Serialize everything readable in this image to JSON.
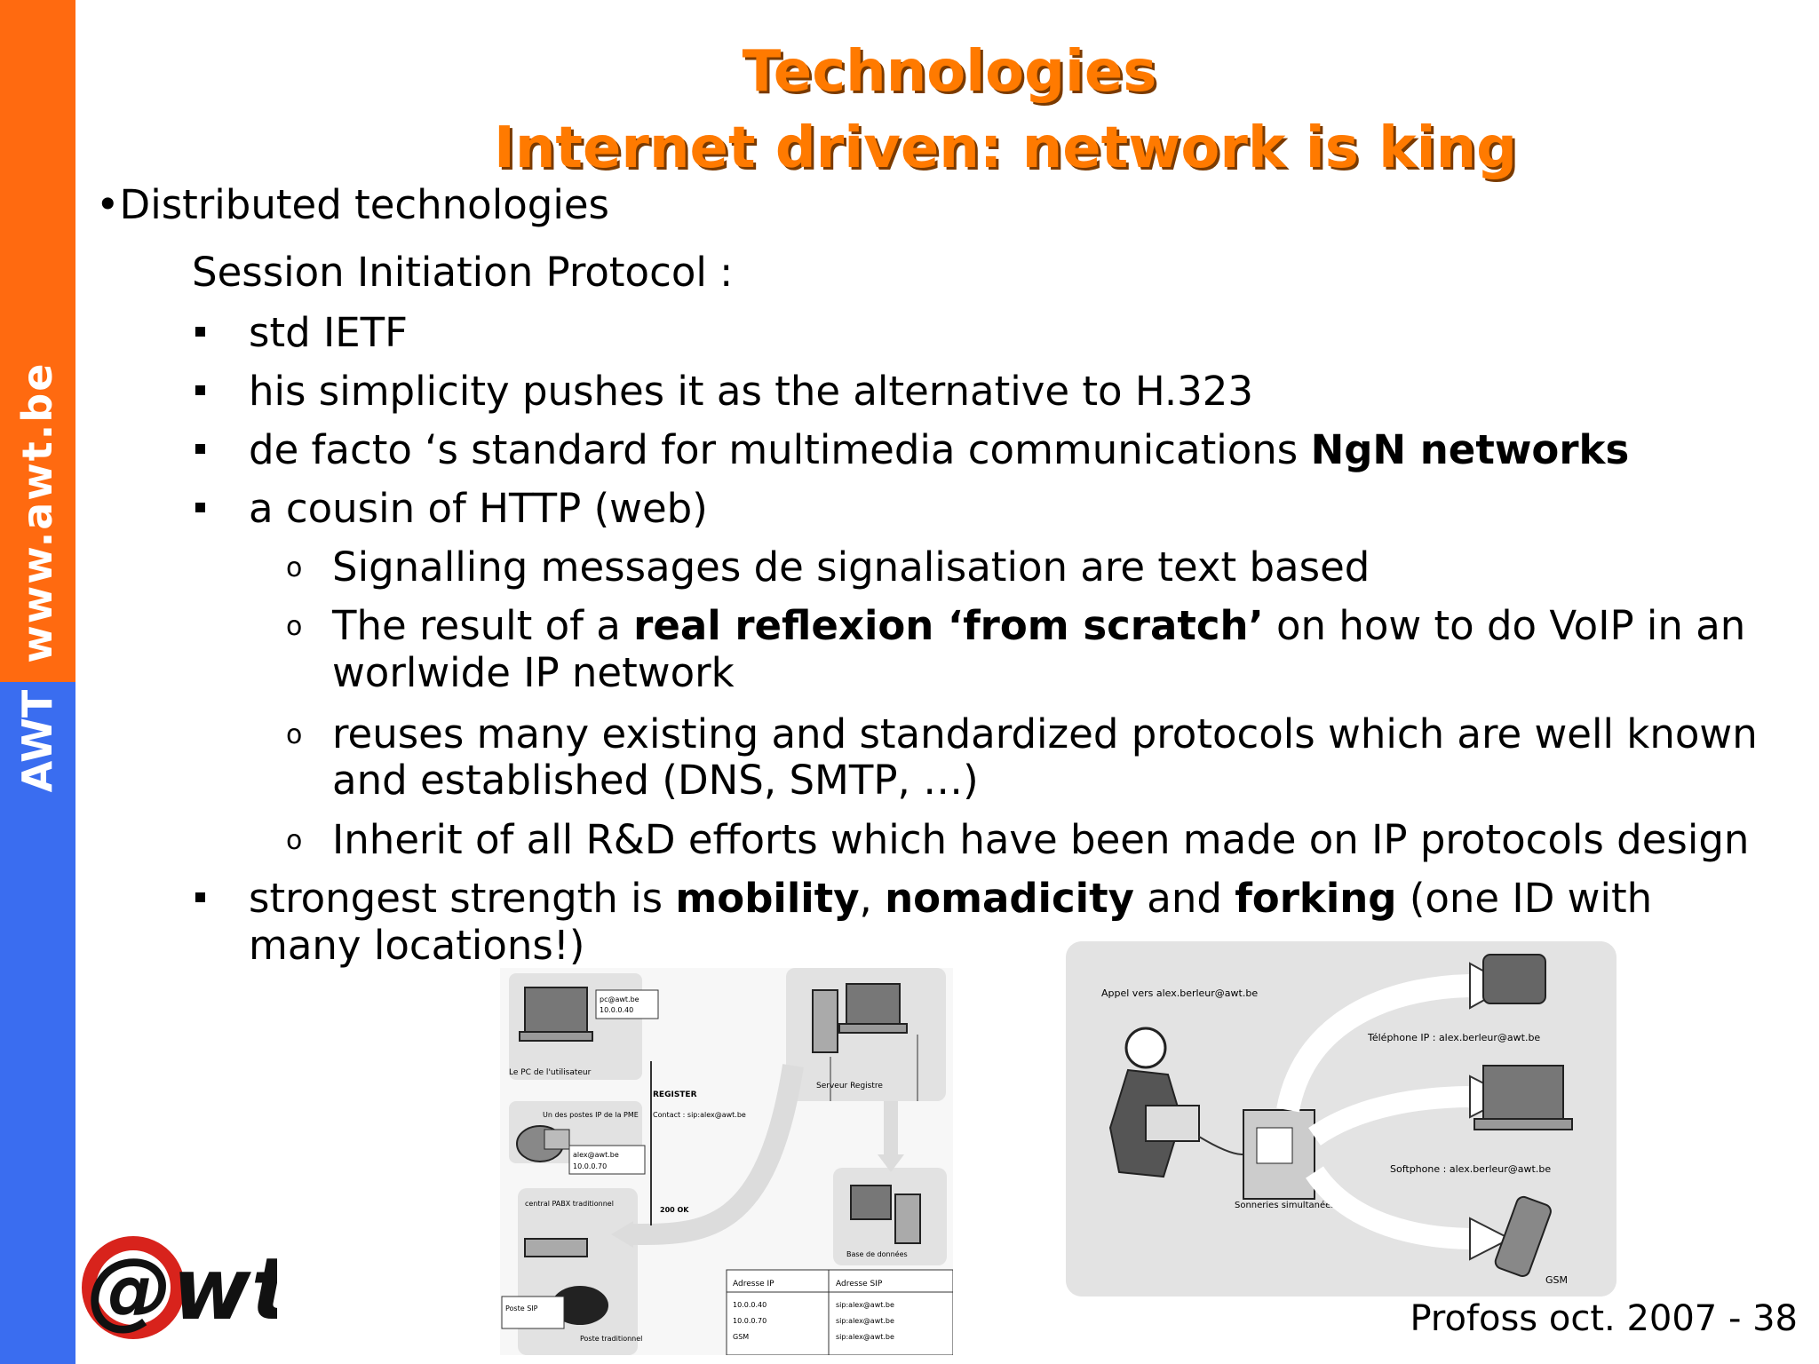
{
  "sidebar": {
    "url": "www.awt.be",
    "brand": "AWT",
    "colors": {
      "top": "#ff6a10",
      "bottom": "#3a6df0"
    }
  },
  "title": {
    "line1": "Technologies",
    "line2": "Internet driven: network is king",
    "color": "#ff7a00"
  },
  "content": {
    "bullet_main": "•Distributed technologies",
    "subheading": "Session Initiation Protocol :",
    "items": [
      {
        "text": "std IETF"
      },
      {
        "text": "his simplicity pushes it as the alternative to H.323"
      },
      {
        "text_a": "de facto ‘s standard for multimedia communications ",
        "bold": "NgN networks"
      },
      {
        "text": "a cousin of HTTP (web)"
      }
    ],
    "subitems": [
      {
        "text": "Signalling messages de signalisation are text based"
      },
      {
        "pre": "The result of a ",
        "bold": "real reflexion ‘from scratch’",
        "post": " on how to do VoIP in an",
        "cont": "worlwide IP network"
      },
      {
        "text": "reuses many existing and standardized protocols which are well known",
        "cont": "and established (DNS, SMTP, …)"
      },
      {
        "text": "Inherit  of all R&D efforts which have been made on IP protocols design"
      }
    ],
    "last_item": {
      "a": "strongest strength is ",
      "b1": "mobility",
      "c": ", ",
      "b2": "nomadicity",
      "d": " and ",
      "b3": "forking",
      "e": " (one ID with",
      "cont": "many locations!)"
    }
  },
  "figure_left": {
    "labels": {
      "pc_addr": "pc@awt.be",
      "pc_ip": "10.0.0.40",
      "pc_user": "Le PC de l'utilisateur",
      "register": "REGISTER",
      "contact": "Contact : sip:alex@awt.be",
      "server": "Serveur Registre",
      "phone_label": "Un des postes IP de la PME",
      "phone_addr": "alex@awt.be",
      "phone_ip": "10.0.0.70",
      "pbx": "central PABX traditionnel",
      "ok": "200 OK",
      "db": "Base de données",
      "analog_label": "Poste traditionnel",
      "analog_box": "Poste SIP",
      "table_h1": "Adresse IP",
      "table_h2": "Adresse SIP",
      "table_r1a": "10.0.0.40",
      "table_r1b": "sip:alex@awt.be",
      "table_r2a": "10.0.0.70",
      "table_r2b": "sip:alex@awt.be",
      "table_r3a": "GSM",
      "table_r3b": "sip:alex@awt.be"
    }
  },
  "figure_right": {
    "labels": {
      "call": "Appel vers alex.berleur@awt.be",
      "ip_phone": "Téléphone IP : alex.berleur@awt.be",
      "softphone": "Softphone : alex.berleur@awt.be",
      "gsm": "GSM",
      "fork": "Sonneries simultanées"
    }
  },
  "logo": {
    "text": "@wt"
  },
  "footer": "Profoss  oct. 2007 - 38"
}
